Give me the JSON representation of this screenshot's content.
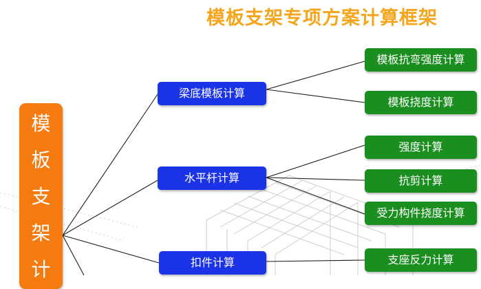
{
  "title": "模板支架专项方案计算框架",
  "root": {
    "chars": [
      "模",
      "板",
      "支",
      "架",
      "计"
    ]
  },
  "level1": [
    {
      "label": "梁底模板计算"
    },
    {
      "label": "水平杆计算"
    },
    {
      "label": "扣件计算"
    }
  ],
  "level2": [
    {
      "label": "模板抗弯强度计算"
    },
    {
      "label": "模板挠度计算"
    },
    {
      "label": "强度计算"
    },
    {
      "label": "抗剪计算"
    },
    {
      "label": "受力构件挠度计算"
    },
    {
      "label": "支座反力计算"
    }
  ],
  "colors": {
    "title": "#f5a51c",
    "root": "#f57a0f",
    "level1": "#1a33e6",
    "level2": "#1a8f1f",
    "connector": "#1a1a1a"
  }
}
